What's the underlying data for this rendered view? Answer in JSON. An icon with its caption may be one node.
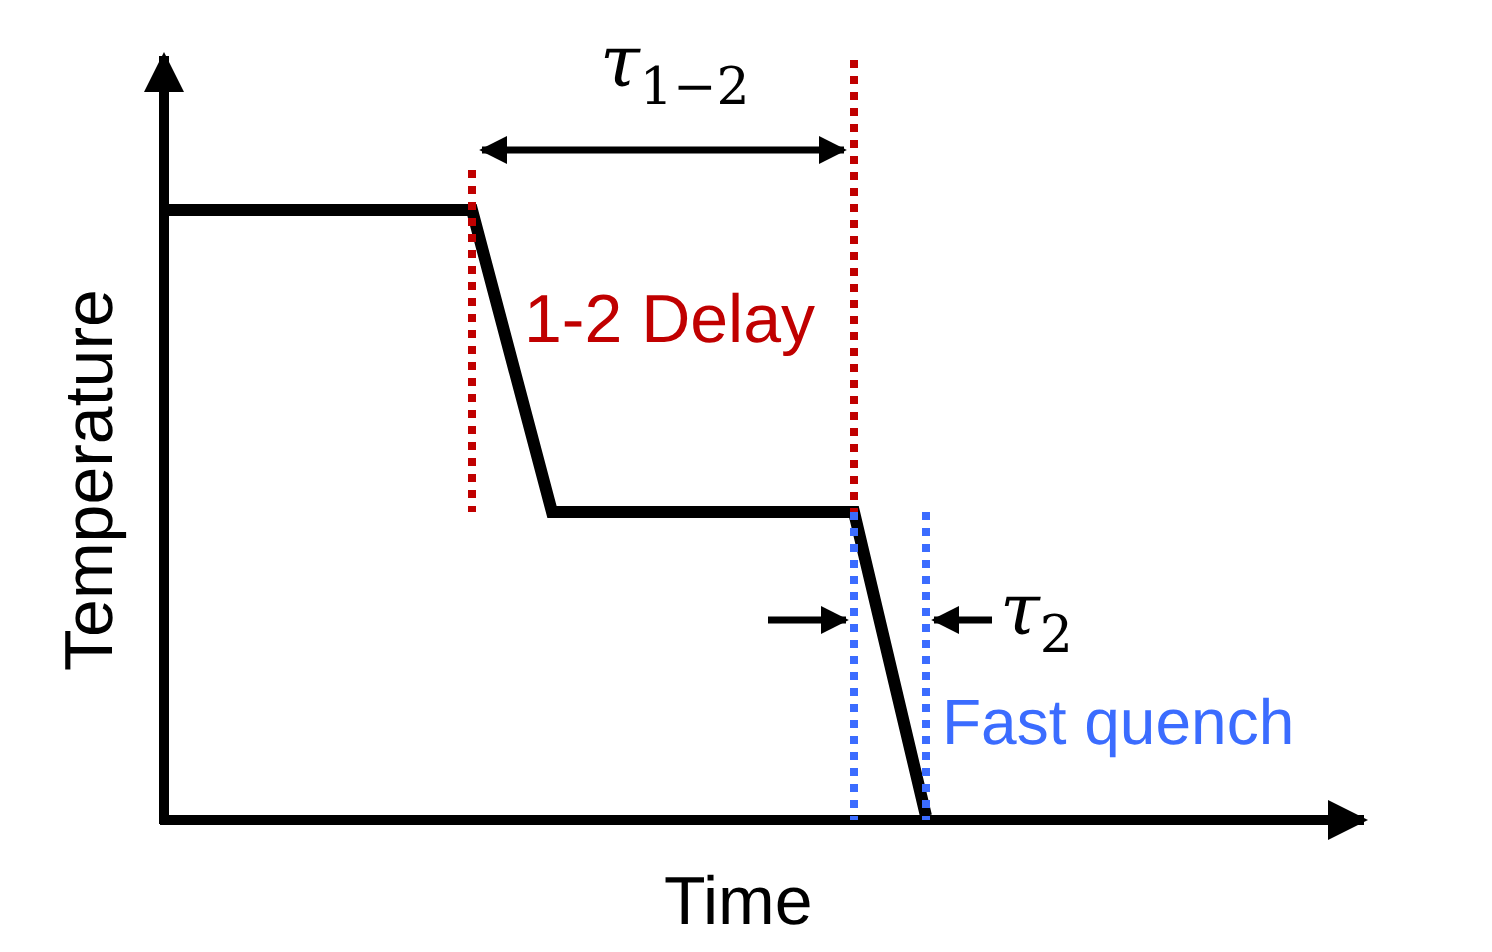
{
  "diagram": {
    "labels": [
      "τ$_{1−2}$",
      "1-2 Delay",
      "τ$_{2}$",
      "Fast quench",
      "Temperature",
      "Time"
    ]
  }
}
